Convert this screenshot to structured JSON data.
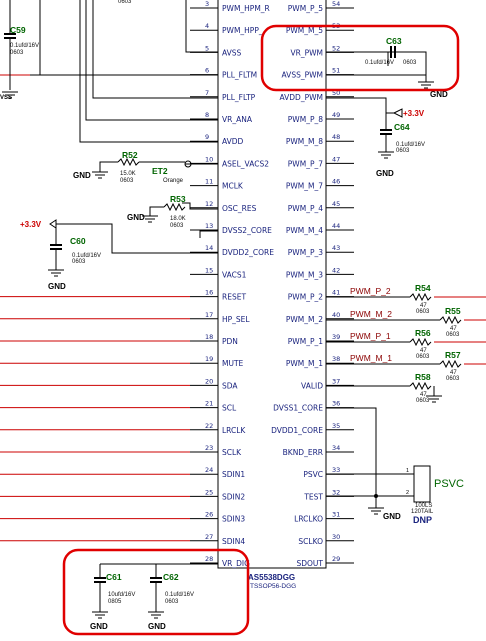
{
  "ic": {
    "part": "AS5538DGG",
    "package": "TSSOP56-DGG",
    "left_pins": [
      {
        "num": "3",
        "name": "PWM_HPM_R"
      },
      {
        "num": "4",
        "name": "PWM_HPP_"
      },
      {
        "num": "5",
        "name": "AVSS"
      },
      {
        "num": "6",
        "name": "PLL_FLTM"
      },
      {
        "num": "7",
        "name": "PLL_FLTP"
      },
      {
        "num": "8",
        "name": "VR_ANA"
      },
      {
        "num": "9",
        "name": "AVDD"
      },
      {
        "num": "10",
        "name": "ASEL_VACS2"
      },
      {
        "num": "11",
        "name": "MCLK"
      },
      {
        "num": "12",
        "name": "OSC_RES"
      },
      {
        "num": "13",
        "name": "DVSS2_CORE"
      },
      {
        "num": "14",
        "name": "DVDD2_CORE"
      },
      {
        "num": "15",
        "name": "VACS1"
      },
      {
        "num": "16",
        "name": "RESET"
      },
      {
        "num": "17",
        "name": "HP_SEL"
      },
      {
        "num": "18",
        "name": "PDN"
      },
      {
        "num": "19",
        "name": "MUTE"
      },
      {
        "num": "20",
        "name": "SDA"
      },
      {
        "num": "21",
        "name": "SCL"
      },
      {
        "num": "22",
        "name": "LRCLK"
      },
      {
        "num": "23",
        "name": "SCLK"
      },
      {
        "num": "24",
        "name": "SDIN1"
      },
      {
        "num": "25",
        "name": "SDIN2"
      },
      {
        "num": "26",
        "name": "SDIN3"
      },
      {
        "num": "27",
        "name": "SDIN4"
      },
      {
        "num": "28",
        "name": "VR_DIG"
      }
    ],
    "right_pins": [
      {
        "num": "54",
        "name": "PWM_P_5"
      },
      {
        "num": "53",
        "name": "PWM_M_5"
      },
      {
        "num": "52",
        "name": "VR_PWM"
      },
      {
        "num": "51",
        "name": "AVSS_PWM"
      },
      {
        "num": "50",
        "name": "AVDD_PWM"
      },
      {
        "num": "49",
        "name": "PWM_P_8"
      },
      {
        "num": "48",
        "name": "PWM_M_8"
      },
      {
        "num": "47",
        "name": "PWM_P_7"
      },
      {
        "num": "46",
        "name": "PWM_M_7"
      },
      {
        "num": "45",
        "name": "PWM_P_4"
      },
      {
        "num": "44",
        "name": "PWM_M_4"
      },
      {
        "num": "43",
        "name": "PWM_P_3"
      },
      {
        "num": "42",
        "name": "PWM_M_3"
      },
      {
        "num": "41",
        "name": "PWM_P_2"
      },
      {
        "num": "40",
        "name": "PWM_M_2"
      },
      {
        "num": "39",
        "name": "PWM_P_1"
      },
      {
        "num": "38",
        "name": "PWM_M_1"
      },
      {
        "num": "37",
        "name": "VALID"
      },
      {
        "num": "36",
        "name": "DVSS1_CORE"
      },
      {
        "num": "35",
        "name": "DVDD1_CORE"
      },
      {
        "num": "34",
        "name": "BKND_ERR"
      },
      {
        "num": "33",
        "name": "PSVC"
      },
      {
        "num": "32",
        "name": "TEST"
      },
      {
        "num": "31",
        "name": "LRCLKO"
      },
      {
        "num": "30",
        "name": "SCLKO"
      },
      {
        "num": "29",
        "name": "SDOUT"
      }
    ]
  },
  "components": {
    "c59": {
      "ref": "C59",
      "value": "0.1ufd/16V",
      "pkg": "0603"
    },
    "c63": {
      "ref": "C63",
      "value": "0.1ufd/16V",
      "pkg": "0603"
    },
    "c64": {
      "ref": "C64",
      "value": "0.1ufd/16V",
      "pkg": "0603"
    },
    "c60": {
      "ref": "C60",
      "value": "0.1ufd/16V",
      "pkg": "0603"
    },
    "c61": {
      "ref": "C61",
      "value": "10ufd/16V",
      "pkg": "0805"
    },
    "c62": {
      "ref": "C62",
      "value": "0.1ufd/16V",
      "pkg": "0603"
    },
    "r52": {
      "ref": "R52",
      "value": "15.0K",
      "pkg": "0603"
    },
    "r53": {
      "ref": "R53",
      "value": "18.0K",
      "pkg": "0603"
    },
    "r54": {
      "ref": "R54",
      "value": "47",
      "pkg": "0603"
    },
    "r55": {
      "ref": "R55",
      "value": "47",
      "pkg": "0603"
    },
    "r56": {
      "ref": "R56",
      "value": "47",
      "pkg": "0603"
    },
    "r57": {
      "ref": "R57",
      "value": "47",
      "pkg": "0603"
    },
    "r58": {
      "ref": "R58",
      "value": "47",
      "pkg": "0603"
    },
    "et2": {
      "ref": "ET2",
      "color": "Orange"
    },
    "psvc_conn": {
      "label": "PSVC",
      "pin1": "1",
      "pin2": "2",
      "spec1": "100LS",
      "spec2": "120TAIL",
      "dnp": "DNP"
    }
  },
  "labels": {
    "gnd": "GND",
    "vcc": "+3.3V",
    "vss_fragment": "VSS",
    "pin_ref_top_left": "0603",
    "nets": [
      "PWM_P_2",
      "PWM_M_2",
      "PWM_P_1",
      "PWM_M_1"
    ]
  },
  "colors": {
    "wire": "#000000",
    "pin_text": "#1a237e",
    "comp_name": "#006400",
    "net_red": "#8b0000",
    "power_red": "#cc0000",
    "net_wire_red": "#cc0000",
    "highlight": "#e00000"
  }
}
